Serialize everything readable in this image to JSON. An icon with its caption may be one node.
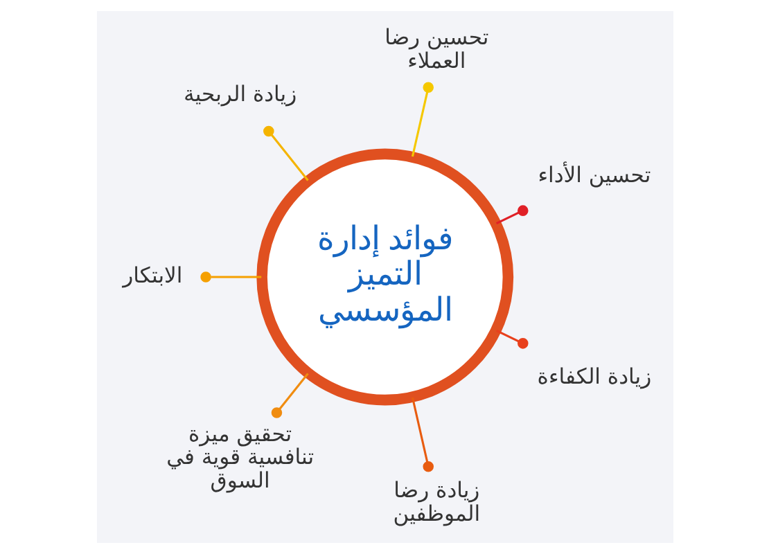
{
  "diagram": {
    "nodes": [
      {
        "text": [
          "فوائد إدارة التميز المؤسسي"
        ]
      },
      {
        "text": [
          "تحسين الأداء"
        ]
      },
      {
        "text": [
          "تحسين رضا العملاء"
        ]
      },
      {
        "text": [
          "زيادة الربحية"
        ]
      },
      {
        "text": [
          "الابتكار"
        ]
      },
      {
        "text": [
          "تحقيق ميزة تنافسية قوية في السوق"
        ]
      },
      {
        "text": [
          "زيادة رضا الموظفين"
        ]
      },
      {
        "text": [
          "زيادة الكفاءة"
        ]
      }
    ],
    "edges": [
      {
        "from": 0,
        "to": 1,
        "arrow": "other",
        "color": "#e02027"
      },
      {
        "from": 0,
        "to": 2,
        "arrow": "other",
        "color": "#f5c800"
      },
      {
        "from": 0,
        "to": 3,
        "arrow": "other",
        "color": "#f5b400"
      },
      {
        "from": 0,
        "to": 4,
        "arrow": "other",
        "color": "#f5a000"
      },
      {
        "from": 0,
        "to": 5,
        "arrow": "other",
        "color": "#f08c10"
      },
      {
        "from": 0,
        "to": 6,
        "arrow": "other",
        "color": "#e85c10"
      },
      {
        "from": 0,
        "to": 7,
        "arrow": "other",
        "color": "#e8401c"
      }
    ]
  }
}
